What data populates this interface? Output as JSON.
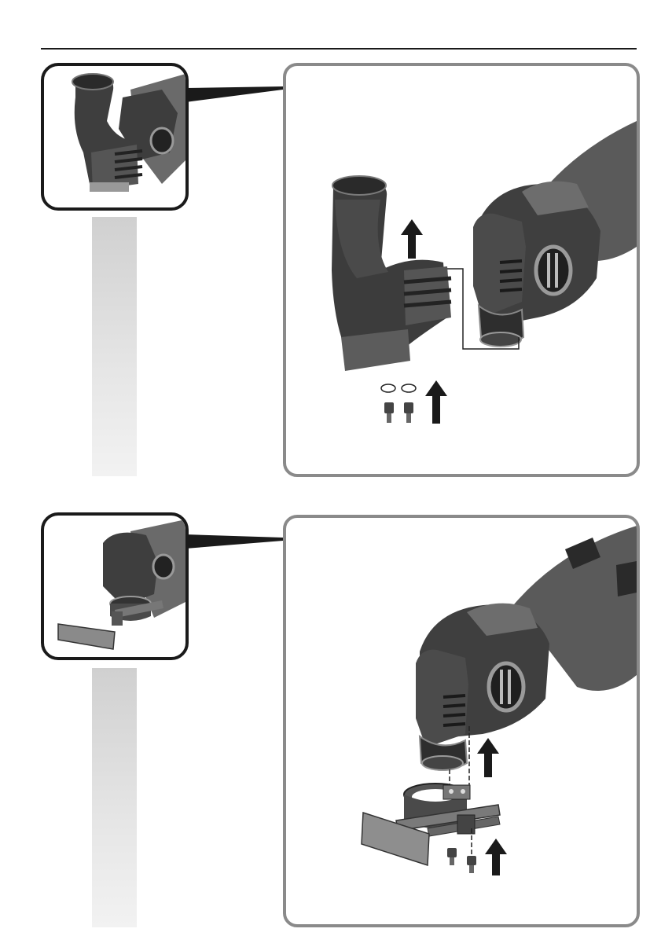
{
  "page": {
    "sections": [
      {
        "id": "dust-extraction-hood",
        "step": "remove"
      },
      {
        "id": "parallel-guide",
        "step": "attach"
      }
    ]
  },
  "colors": {
    "rule": "#1a1a1a",
    "thumb_border": "#1a1a1a",
    "panel_border": "#8a8a8a",
    "tool_body": "#4a4a4a",
    "tool_light": "#8c8c8c",
    "tool_dark": "#2a2a2a",
    "sidebar": "#dcdcdc",
    "arrow": "#1a1a1a"
  },
  "icons": [
    "arrow-up-icon",
    "screw-icon",
    "washer-icon"
  ]
}
